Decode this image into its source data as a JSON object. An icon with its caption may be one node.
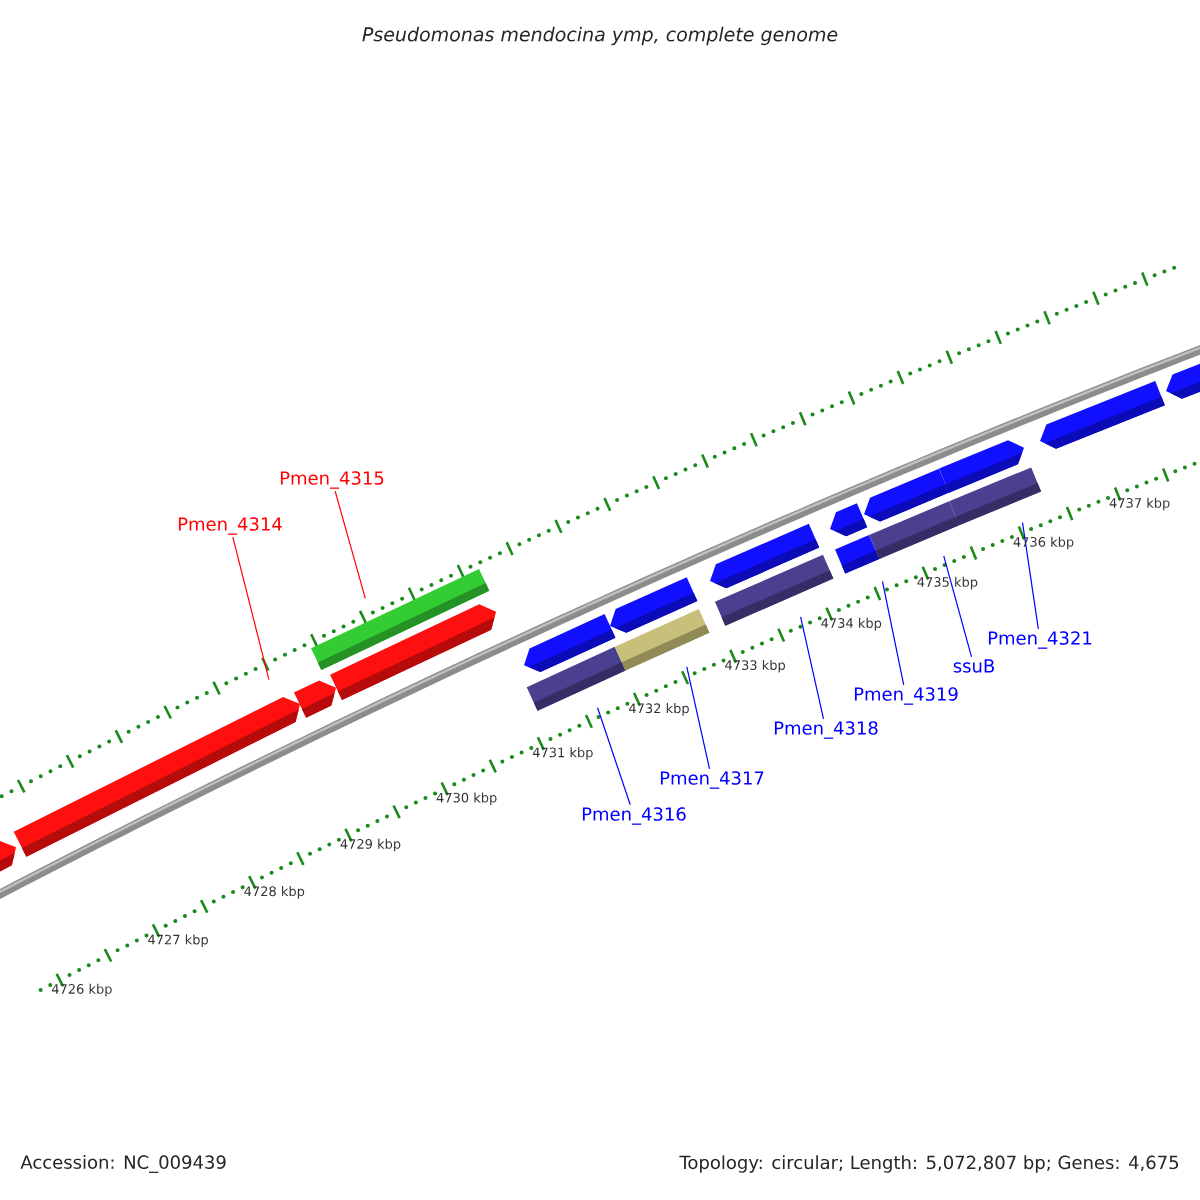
{
  "diagram": {
    "title": "Pseudomonas mendocina ymp, complete genome",
    "nodes": [
      {
        "text": [
          "Pmen_4314"
        ]
      },
      {
        "text": [
          "Pmen_4315"
        ]
      },
      {
        "text": [
          "Pmen_4316"
        ]
      },
      {
        "text": [
          "Pmen_4317"
        ]
      },
      {
        "text": [
          "Pmen_4318"
        ]
      },
      {
        "text": [
          "Pmen_4319"
        ]
      },
      {
        "text": [
          "ssuB"
        ]
      },
      {
        "text": [
          "Pmen_4321"
        ]
      },
      {
        "text": [],
        "shape": "arrow"
      },
      {
        "text": [],
        "shape": "arrow"
      },
      {
        "text": [],
        "shape": "arrow"
      },
      {
        "text": [],
        "shape": "bar"
      },
      {
        "text": [],
        "shape": "arrow"
      },
      {
        "text": [],
        "shape": "arrow"
      },
      {
        "text": [],
        "shape": "bar"
      },
      {
        "text": [],
        "shape": "arrow"
      },
      {
        "text": [],
        "shape": "bar"
      },
      {
        "text": [],
        "shape": "arrow"
      },
      {
        "text": [],
        "shape": "bar"
      },
      {
        "text": [],
        "shape": "arrow"
      },
      {
        "text": [],
        "shape": "bar"
      },
      {
        "text": [],
        "shape": "arrow"
      },
      {
        "text": [],
        "shape": "bar"
      },
      {
        "text": [],
        "shape": "arrow"
      },
      {
        "text": [],
        "shape": "bar"
      },
      {
        "text": [],
        "shape": "arrow"
      },
      {
        "text": [],
        "shape": "arrow"
      }
    ],
    "edges": [
      {
        "from": 0,
        "to": 9,
        "arrow": "none",
        "color": "#ff0000"
      },
      {
        "from": 1,
        "to": 11,
        "arrow": "none",
        "color": "#ff0000"
      },
      {
        "from": 2,
        "to": 14,
        "arrow": "none"
      },
      {
        "from": 3,
        "to": 16,
        "arrow": "none"
      },
      {
        "from": 4,
        "to": 18,
        "arrow": "none"
      },
      {
        "from": 5,
        "to": 20,
        "arrow": "none"
      },
      {
        "from": 6,
        "to": 22,
        "arrow": "none"
      },
      {
        "from": 7,
        "to": 24,
        "arrow": "none"
      }
    ],
    "labels": [
      "4726 kbp",
      "4727 kbp",
      "4728 kbp",
      "4729 kbp",
      "4730 kbp",
      "4731 kbp",
      "4732 kbp",
      "4733 kbp",
      "4734 kbp",
      "4735 kbp",
      "4736 kbp",
      "4737 kbp",
      "Accession: NC_009439",
      "Topology: circular; Length: 5,072,807 bp; Genes: 4,675"
    ]
  }
}
